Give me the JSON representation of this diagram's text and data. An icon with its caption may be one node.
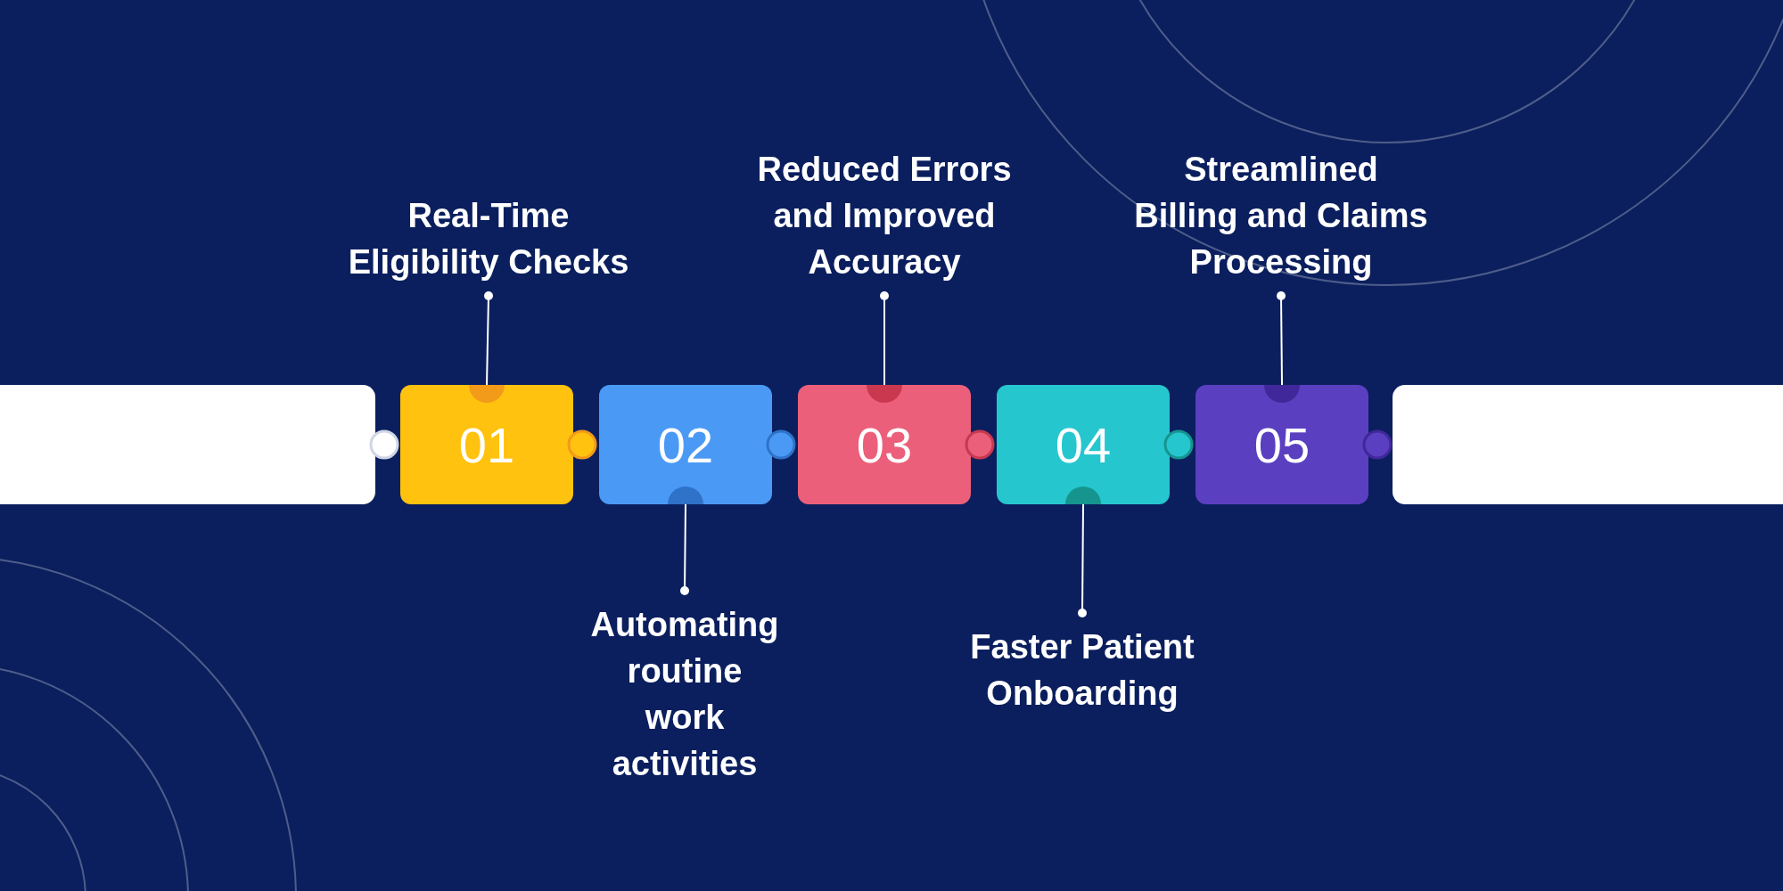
{
  "diagram": {
    "nodes": [
      {
        "text": [
          "Real-Time Eligibility Checks"
        ]
      },
      {
        "text": [
          "Reduced Errors and Improved Accuracy"
        ]
      },
      {
        "text": [
          "Streamlined Billing and Claims Processing"
        ]
      },
      {
        "text": [],
        "shape": "bar"
      },
      {
        "text": [
          "01"
        ]
      },
      {
        "text": [
          "02"
        ]
      },
      {
        "text": [
          "03"
        ]
      },
      {
        "text": [
          "04"
        ]
      },
      {
        "text": [
          "05"
        ]
      },
      {
        "text": [],
        "shape": "bar"
      },
      {
        "text": [
          "Automating routine work activities"
        ]
      },
      {
        "text": [
          "Faster Patient Onboarding"
        ]
      }
    ],
    "edges": [
      {
        "from": 0,
        "to": 4,
        "arrow": "other"
      },
      {
        "from": 1,
        "to": 6,
        "arrow": "other"
      },
      {
        "from": 2,
        "to": 8,
        "arrow": "other"
      },
      {
        "from": 10,
        "to": 5,
        "arrow": "other"
      },
      {
        "from": 11,
        "to": 7,
        "arrow": "other"
      }
    ]
  }
}
